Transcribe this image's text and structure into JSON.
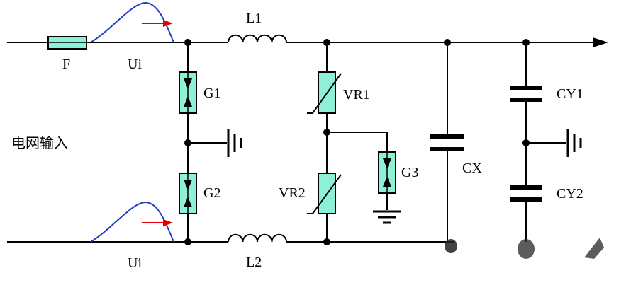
{
  "labels": {
    "fuse": "F",
    "ui_top": "Ui",
    "ui_bottom": "Ui",
    "l1": "L1",
    "l2": "L2",
    "g1": "G1",
    "g2": "G2",
    "g3": "G3",
    "vr1": "VR1",
    "vr2": "VR2",
    "cx": "CX",
    "cy1": "CY1",
    "cy2": "CY2",
    "input": "电网输入"
  },
  "colors": {
    "component_fill": "#8ff0da",
    "wave": "#1f3fc0",
    "arrow": "#e00000",
    "wire": "#000000"
  },
  "icons": [
    "ground-icon",
    "output-arrow-icon",
    "pulse-waveform-icon",
    "direction-arrow-icon"
  ]
}
